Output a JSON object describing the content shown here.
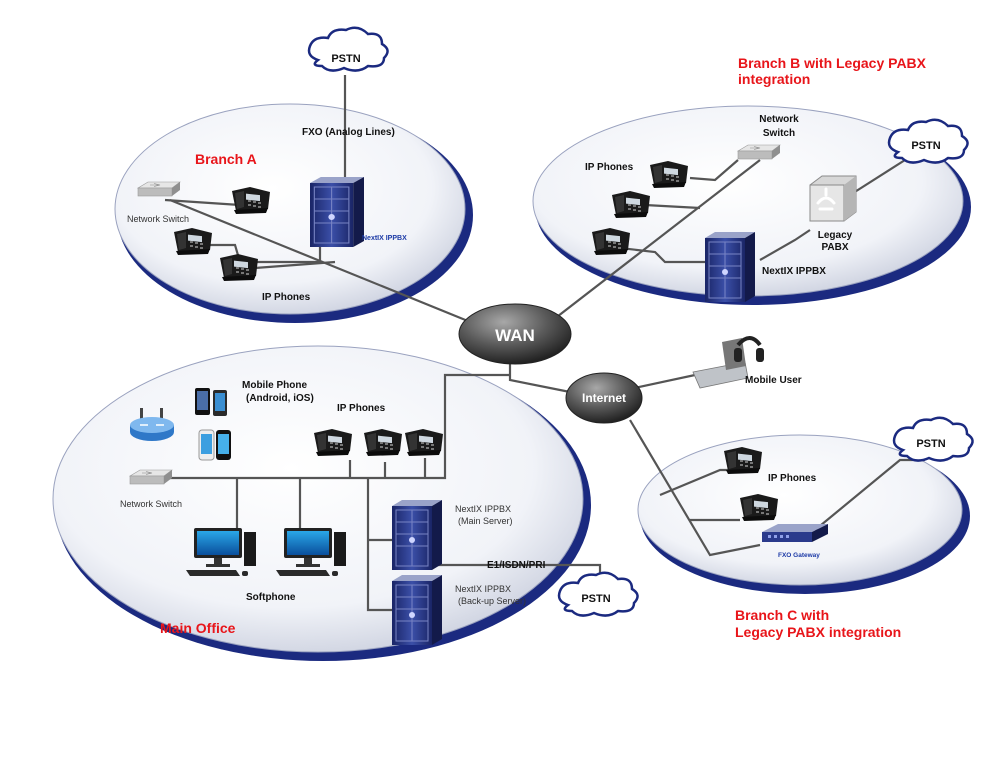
{
  "regions": {
    "branch_a": {
      "title": "Branch  A",
      "network_switch": "Network Switch",
      "fxo": "FXO (Analog Lines)",
      "server": "NextIX IPPBX",
      "ip_phones": "IP Phones",
      "pstn": "PSTN"
    },
    "branch_b": {
      "title_line1": "Branch B with Legacy PABX",
      "title_line2": "integration",
      "network_switch_line1": "Network",
      "network_switch_line2": "Switch",
      "ip_phones": "IP Phones",
      "legacy_line1": "Legacy",
      "legacy_line2": "PABX",
      "server": "NextIX IPPBX",
      "pstn": "PSTN"
    },
    "branch_c": {
      "title_line1": "Branch C with",
      "title_line2": "Legacy PABX integration",
      "ip_phones": "IP Phones",
      "fxo_gateway": "FXO Gateway",
      "pstn": "PSTN"
    },
    "main_office": {
      "title": "Main Office",
      "mobile_line1": "Mobile Phone",
      "mobile_line2": "(Android, iOS)",
      "ip_phones": "IP Phones",
      "network_switch": "Network Switch",
      "softphone": "Softphone",
      "main_server_line1": "NextIX IPPBX",
      "main_server_line2": "(Main Server)",
      "backup_server_line1": "NextIX IPPBX",
      "backup_server_line2": "(Back-up Server)",
      "e1": "E1/ISDN/PRI",
      "pstn": "PSTN"
    }
  },
  "hubs": {
    "wan": "WAN",
    "internet": "Internet"
  },
  "mobile_user": "Mobile User",
  "colors": {
    "region_title": "#e8151a",
    "ellipse_shadow": "#1b2a80",
    "server_blue": "#2a3a8c",
    "hub_gray": "#555555"
  }
}
